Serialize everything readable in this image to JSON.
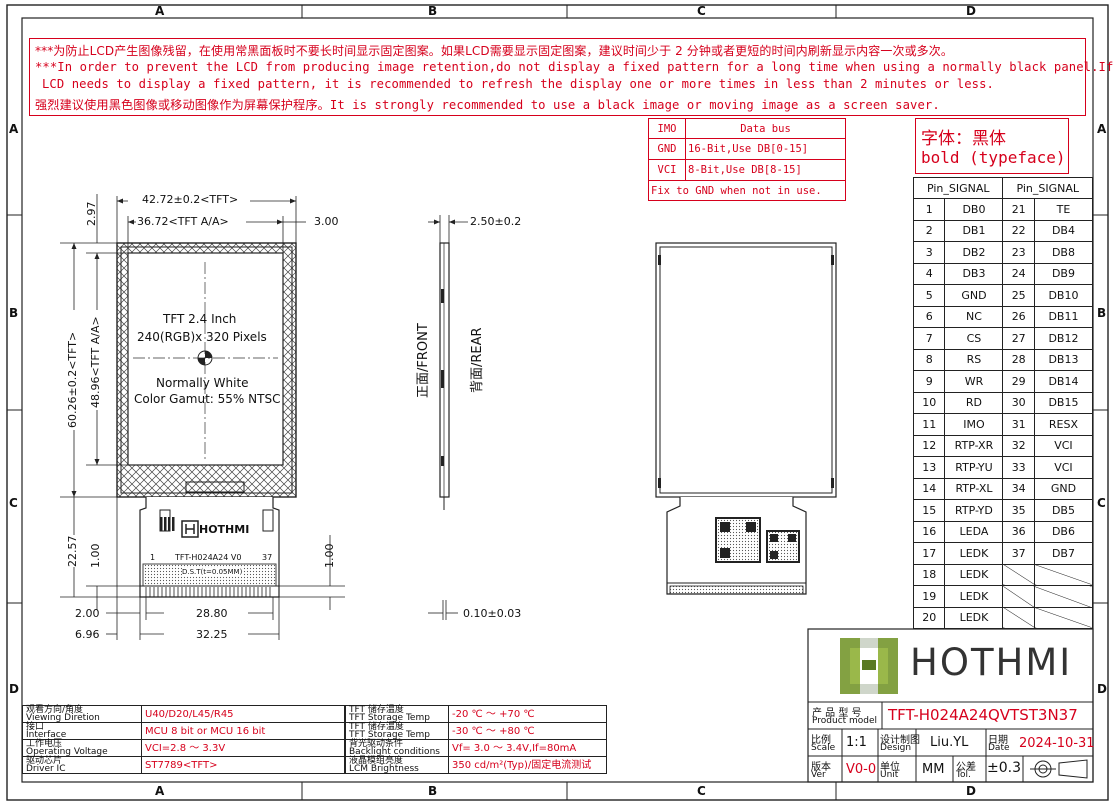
{
  "zones": {
    "cols": [
      "A",
      "B",
      "C",
      "D"
    ],
    "rows": [
      "A",
      "B",
      "C",
      "D"
    ]
  },
  "warning": {
    "line1": "***为防止LCD产生图像残留，在使用常黑面板时不要长时间显示固定图案。如果LCD需要显示固定图案，建议时间少于 2 分钟或者更短的时间内刷新显示内容一次或多次。",
    "line2": "***In order to prevent the LCD from producing image retention,do not display a fixed pattern for a long time when using a normally black panel.If the",
    "line3": "LCD needs to display a fixed pattern, it is recommended to refresh the display one or more times in less than 2 minutes or less.",
    "line4": "强烈建议使用黑色图像或移动图像作为屏幕保护程序。It is strongly recommended to use a black image or moving image as a screen saver."
  },
  "imo_table": {
    "rows": [
      [
        "IMO",
        "Data bus"
      ],
      [
        "GND",
        "16-Bit,Use DB[0-15]"
      ],
      [
        "VCI",
        "8-Bit,Use DB[8-15]"
      ]
    ],
    "note": "Fix to GND when not in use."
  },
  "typeface": {
    "line1": "字体：黑体",
    "line2": "bold (typeface)"
  },
  "pin_table": {
    "header": [
      "Pin_SIGNAL",
      "Pin_SIGNAL"
    ],
    "rows": [
      [
        "1",
        "DB0",
        "21",
        "TE"
      ],
      [
        "2",
        "DB1",
        "22",
        "DB4"
      ],
      [
        "3",
        "DB2",
        "23",
        "DB8"
      ],
      [
        "4",
        "DB3",
        "24",
        "DB9"
      ],
      [
        "5",
        "GND",
        "25",
        "DB10"
      ],
      [
        "6",
        "NC",
        "26",
        "DB11"
      ],
      [
        "7",
        "CS",
        "27",
        "DB12"
      ],
      [
        "8",
        "RS",
        "28",
        "DB13"
      ],
      [
        "9",
        "WR",
        "29",
        "DB14"
      ],
      [
        "10",
        "RD",
        "30",
        "DB15"
      ],
      [
        "11",
        "IMO",
        "31",
        "RESX"
      ],
      [
        "12",
        "RTP-XR",
        "32",
        "VCI"
      ],
      [
        "13",
        "RTP-YU",
        "33",
        "VCI"
      ],
      [
        "14",
        "RTP-XL",
        "34",
        "GND"
      ],
      [
        "15",
        "RTP-YD",
        "35",
        "DB5"
      ],
      [
        "16",
        "LEDA",
        "36",
        "DB6"
      ],
      [
        "17",
        "LEDK",
        "37",
        "DB7"
      ],
      [
        "18",
        "LEDK",
        "",
        ""
      ],
      [
        "19",
        "LEDK",
        "",
        ""
      ],
      [
        "20",
        "LEDK",
        "",
        ""
      ]
    ]
  },
  "front_view": {
    "screen_line1": "TFT 2.4 Inch",
    "screen_line2": "240(RGB)x 320 Pixels",
    "screen_line3": "Normally White",
    "screen_line4": "Color Gamut: 55% NTSC",
    "fpc_brand": "HOTHMI",
    "fpc_pin1": "1",
    "fpc_model": "TFT-H024A24 V0",
    "fpc_pin37": "37",
    "fpc_stiff": "D.S.T(t=0.05MM)",
    "dims": {
      "tft_width": "42.72±0.2<TFT>",
      "aa_width": "36.72<TFT A/A>",
      "right_offset": "3.00",
      "top_offset": "2.97",
      "tft_height": "60.26±0.2<TFT>",
      "aa_height": "48.96<TFT A/A>",
      "fpc_length": "22.57",
      "fpc_left": "1.00",
      "fpc_right": "1.00",
      "fpc_margin": "2.00",
      "fpc_pitch": "28.80",
      "fpc_offset": "6.96",
      "fpc_width": "32.25"
    }
  },
  "side_view": {
    "thickness": "2.50±0.2",
    "front_label": "正面/FRONT",
    "rear_label": "背面/REAR",
    "fpc_thickness": "0.10±0.03"
  },
  "specs": {
    "left": [
      {
        "cn": "观看方向/角度",
        "en": "Viewing Diretion",
        "value": "U40/D20/L45/R45"
      },
      {
        "cn": "接口",
        "en": "Interface",
        "value": "MCU 8 bit or MCU 16 bit"
      },
      {
        "cn": "工作电压",
        "en": "Operating Voltage",
        "value": "VCI=2.8 ～ 3.3V"
      },
      {
        "cn": "驱动芯片",
        "en": "Driver IC",
        "value": "ST7789<TFT>"
      }
    ],
    "right": [
      {
        "cn": "TFT 储存温度",
        "en": "TFT Storage Temp",
        "value": "-20 ℃ ～ +70 ℃"
      },
      {
        "cn": "TFT 储存温度",
        "en": "TFT Storage Temp",
        "value": "-30 ℃ ～ +80 ℃"
      },
      {
        "cn": "背光驱动条件",
        "en": "Backlight conditions",
        "value": "Vf= 3.0 ～ 3.4V,If=80mA"
      },
      {
        "cn": "液晶模组亮度",
        "en": "LCM Brightness",
        "value": "350 cd/m²(Typ)/固定电流测试"
      }
    ]
  },
  "title_block": {
    "brand": "HOTHMI",
    "model_label_cn": "产 品 型 号",
    "model_label_en": "Product model",
    "model": "TFT-H024A24QVTST3N37",
    "scale_cn": "比例",
    "scale_en": "Scale",
    "scale": "1:1",
    "design_cn": "设计制图",
    "design_en": "Design",
    "designer": "Liu.YL",
    "date_cn": "日期",
    "date_en": "Date",
    "date": "2024-10-31",
    "ver_cn": "版本",
    "ver_en": "Ver",
    "version": "V0-0",
    "unit_cn": "单位",
    "unit_en": "Unit",
    "unit": "MM",
    "tol_cn": "公差",
    "tol_en": "Tol.",
    "tolerance": "±0.3"
  },
  "colors": {
    "accent": "#d6001c",
    "line": "#222222",
    "logo": "#7d9d2c"
  }
}
